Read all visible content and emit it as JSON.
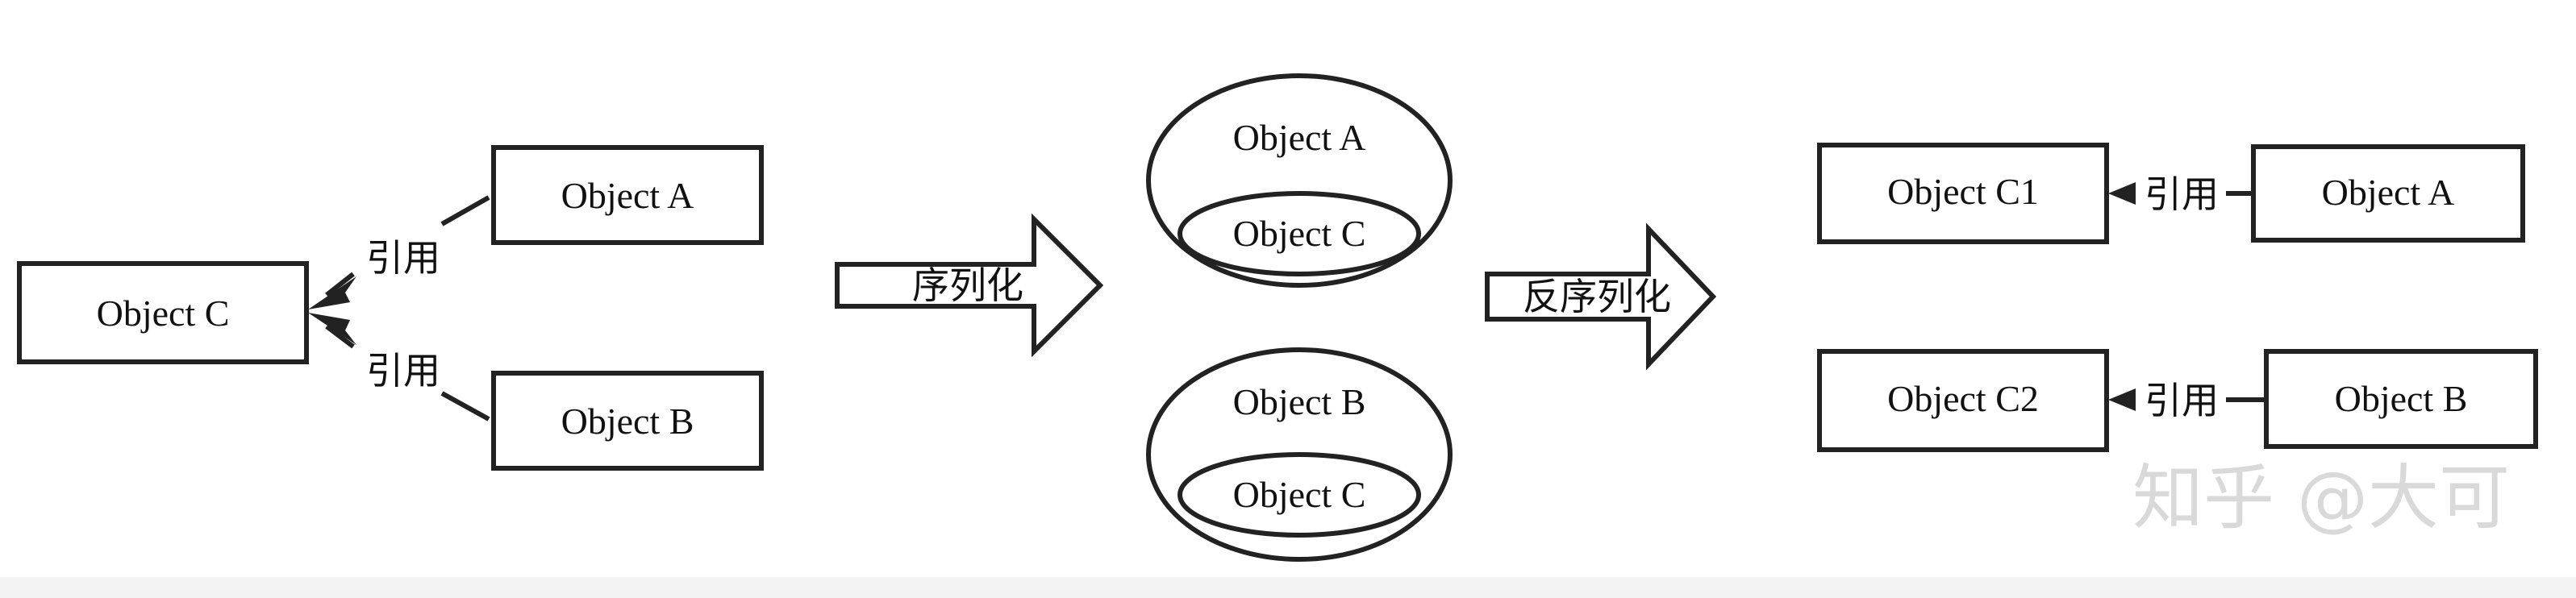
{
  "left": {
    "object_c": "Object C",
    "object_a": "Object A",
    "object_b": "Object B",
    "ref_label_top": "引用",
    "ref_label_bottom": "引用"
  },
  "serialize_label": "序列化",
  "middle": {
    "top_outer": "Object A",
    "top_inner": "Object C",
    "bottom_outer": "Object B",
    "bottom_inner": "Object C"
  },
  "deserialize_label": "反序列化",
  "right": {
    "row1": {
      "left": "Object C1",
      "ref": "引用",
      "right": "Object A"
    },
    "row2": {
      "left": "Object C2",
      "ref": "引用",
      "right": "Object B"
    }
  },
  "watermark": "知乎 @大可"
}
